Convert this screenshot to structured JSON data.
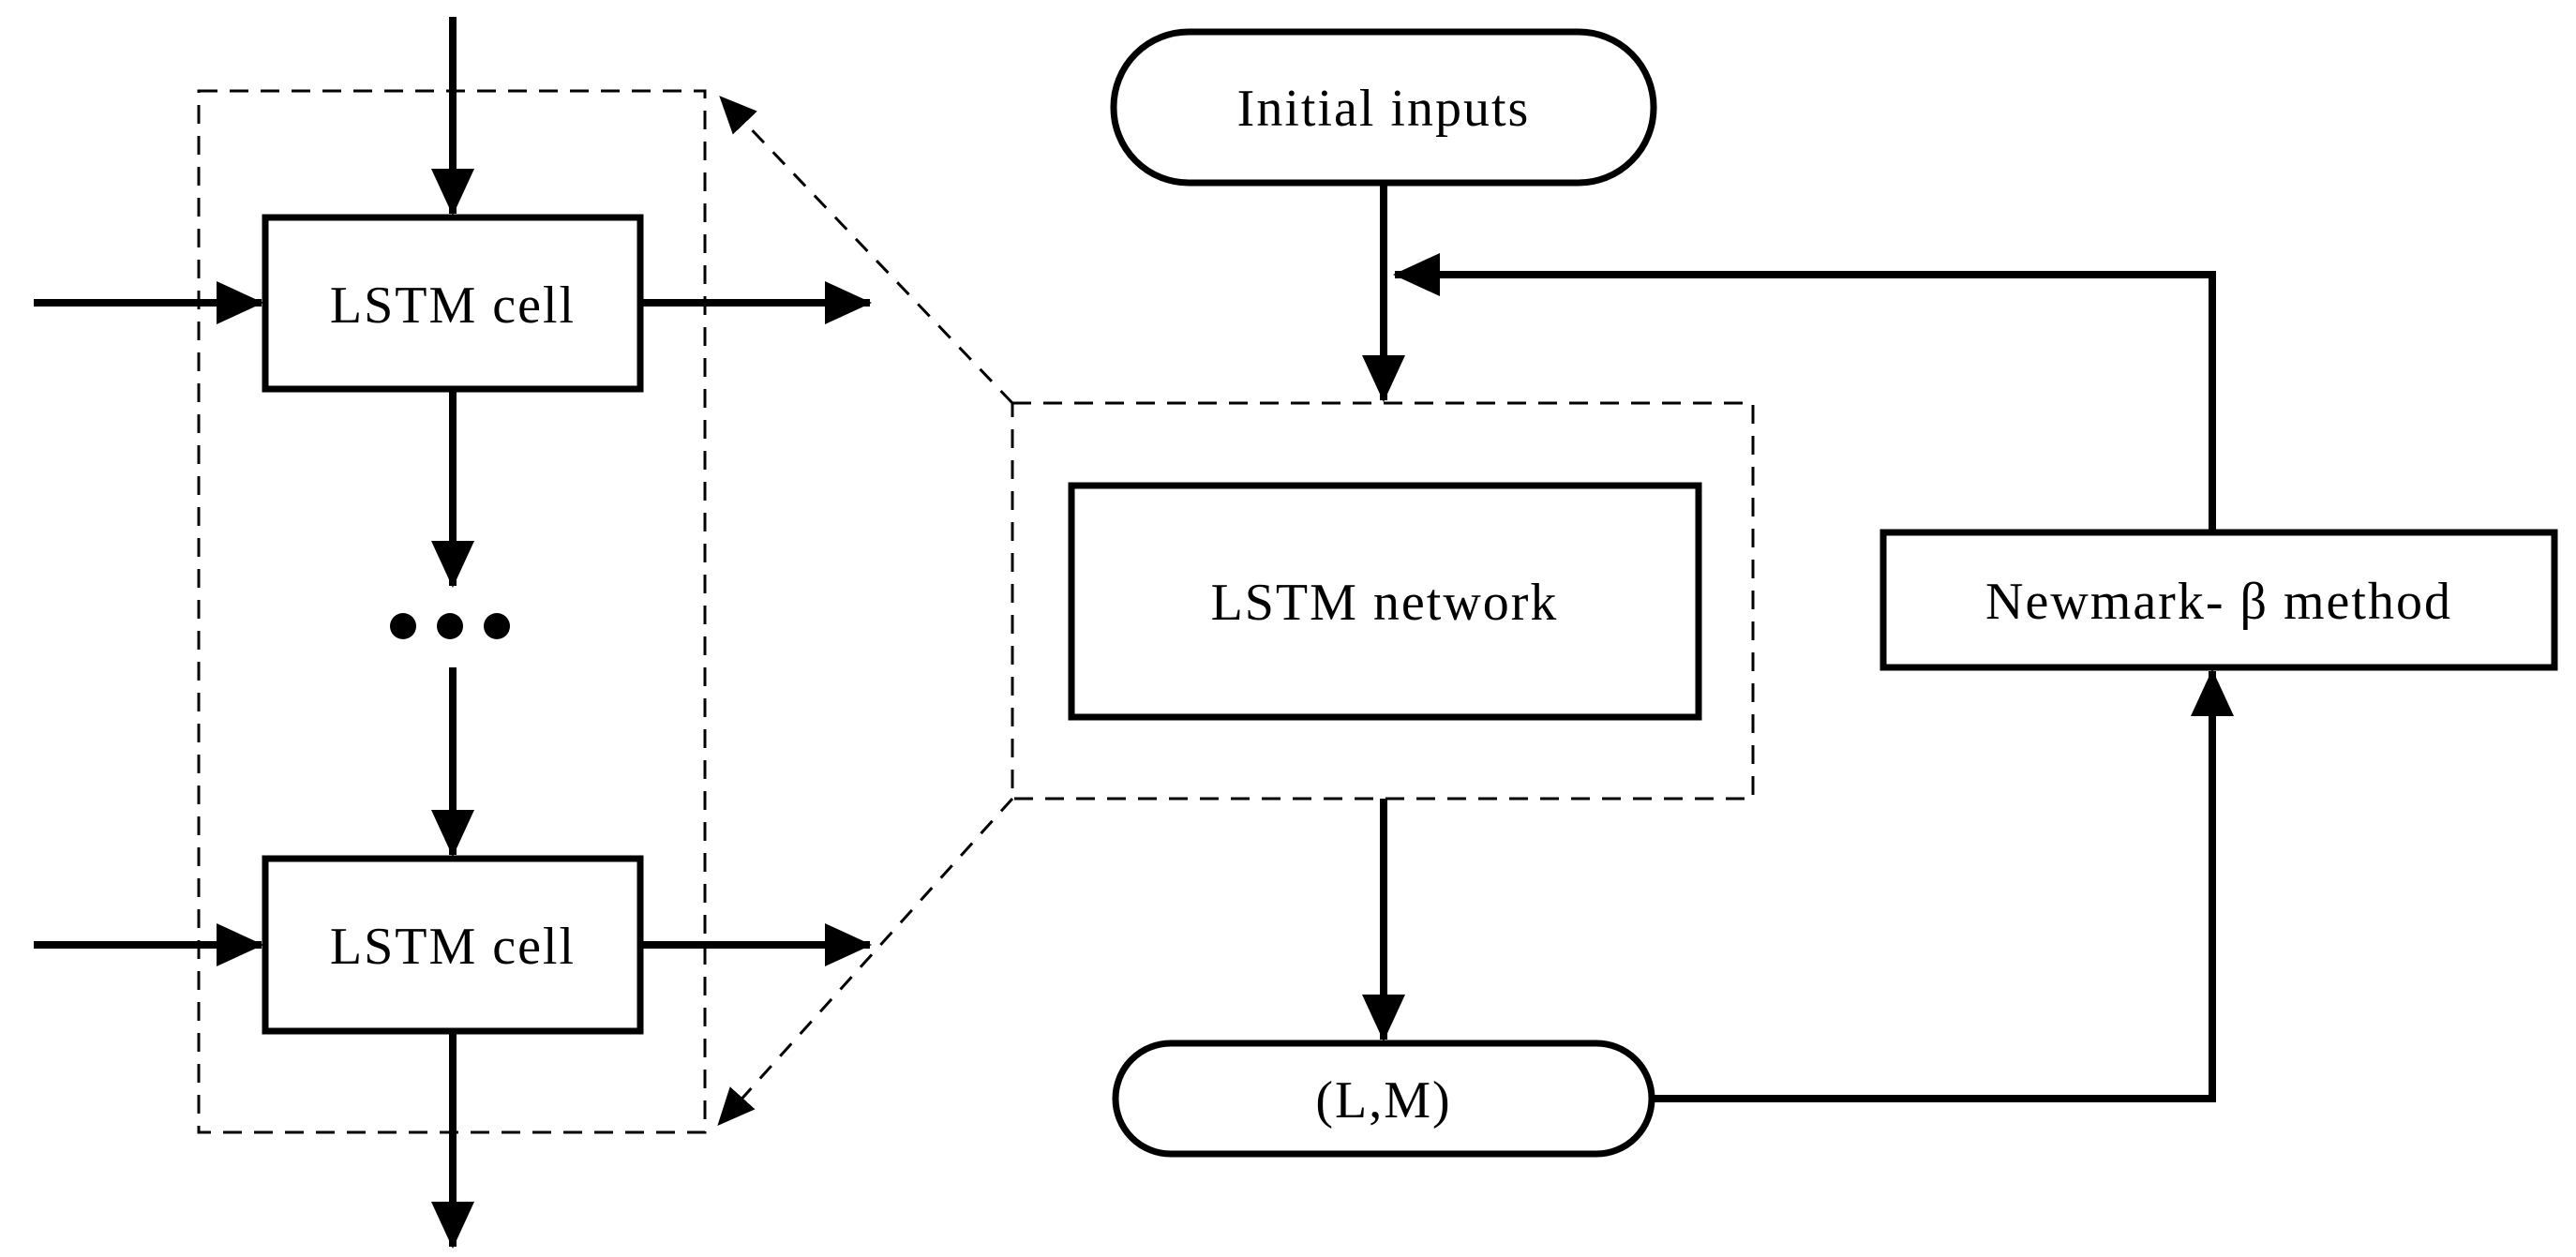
{
  "figure": {
    "type": "flowchart",
    "background_color": "#ffffff",
    "stroke_color": "#000000",
    "nodes": {
      "initial_inputs": {
        "label": "Initial inputs",
        "shape": "stadium"
      },
      "lstm_network": {
        "label": "LSTM network",
        "shape": "rectangle"
      },
      "lm_output": {
        "label": "(L,M)",
        "shape": "stadium"
      },
      "newmark_method": {
        "label": "Newmark- β method",
        "shape": "rectangle"
      },
      "lstm_cell_top": {
        "label": "LSTM cell",
        "shape": "rectangle"
      },
      "lstm_cell_bottom": {
        "label": "LSTM cell",
        "shape": "rectangle"
      },
      "ellipsis_dots": {
        "count": 3
      }
    },
    "groups": {
      "lstm_cells_detail": {
        "style": "dashed-rectangle"
      },
      "lstm_network_container": {
        "style": "dashed-rectangle"
      }
    }
  }
}
